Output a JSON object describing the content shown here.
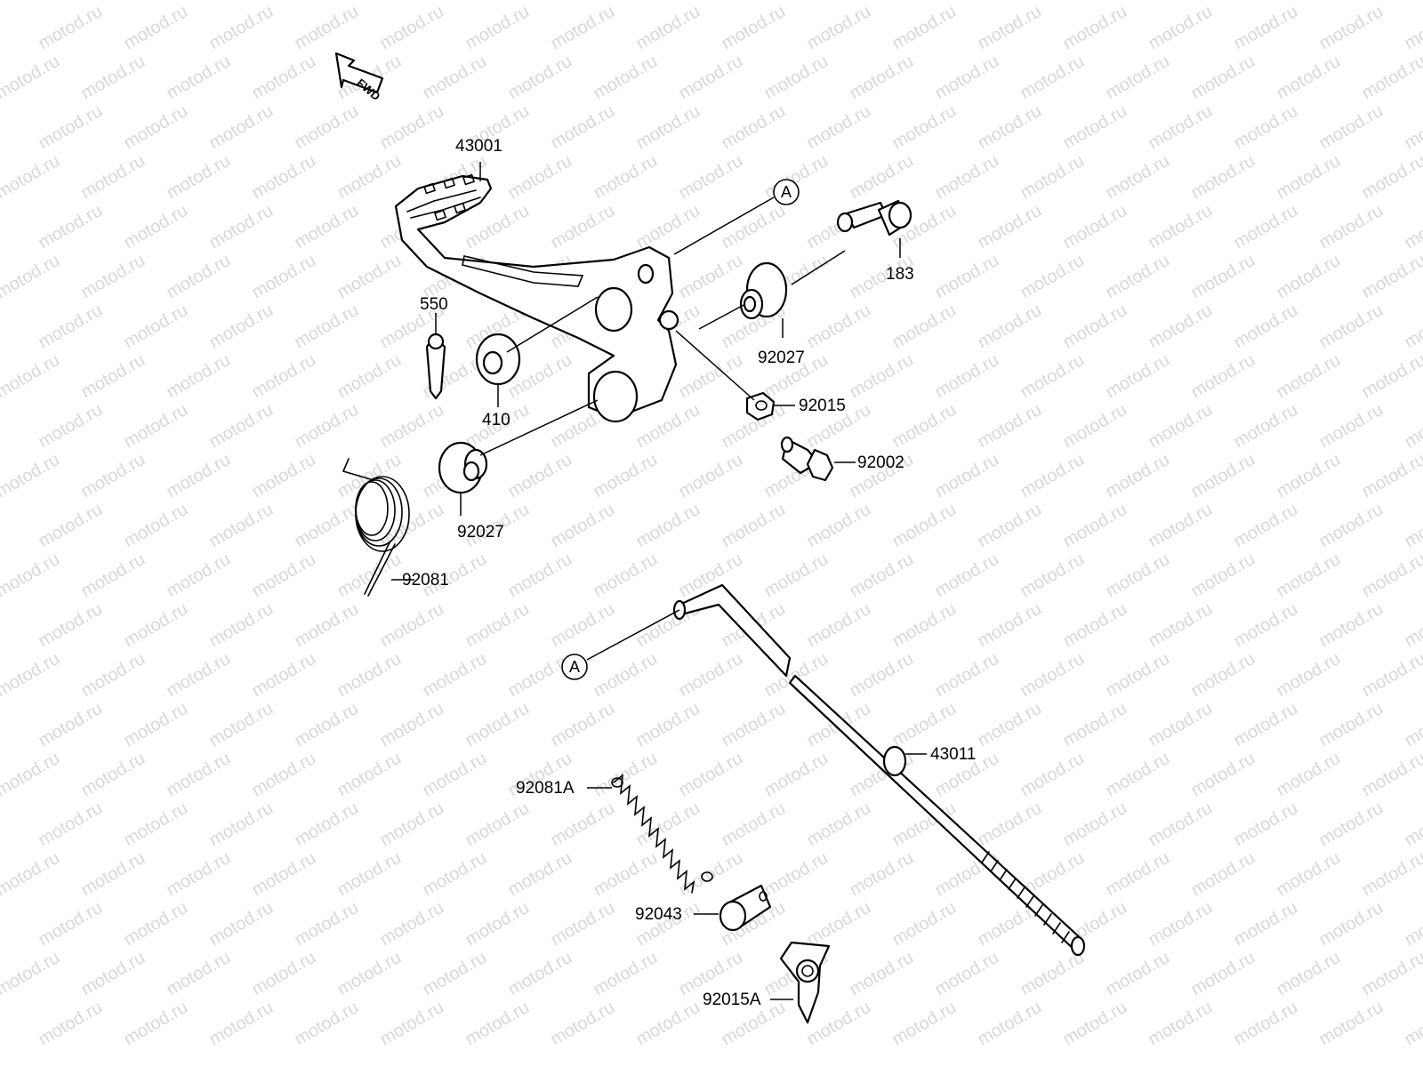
{
  "watermark": "motod.ru",
  "fwd_label": "FWD",
  "callouts": {
    "ref_top": "A",
    "ref_bottom": "A"
  },
  "parts": {
    "p43001": "43001",
    "p183": "183",
    "p550": "550",
    "p410": "410",
    "p92027_right": "92027",
    "p92015": "92015",
    "p92002": "92002",
    "p92027_left": "92027",
    "p92081": "92081",
    "p43011": "43011",
    "p92081A": "92081A",
    "p92043": "92043",
    "p92015A": "92015A"
  }
}
